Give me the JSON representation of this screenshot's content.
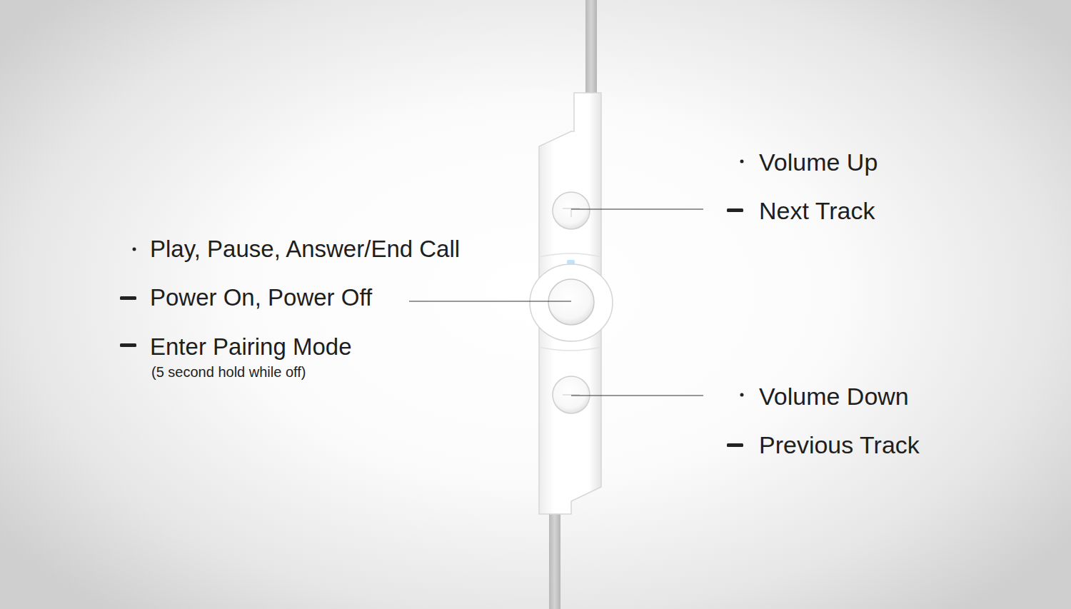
{
  "diagram": {
    "labels": [
      "Volume Up",
      "Next Track",
      "Play, Pause, Answer/End Call",
      "Power On, Power Off",
      "Enter Pairing Mode",
      "(5 second hold while off)",
      "Volume Down",
      "Previous Track"
    ]
  }
}
